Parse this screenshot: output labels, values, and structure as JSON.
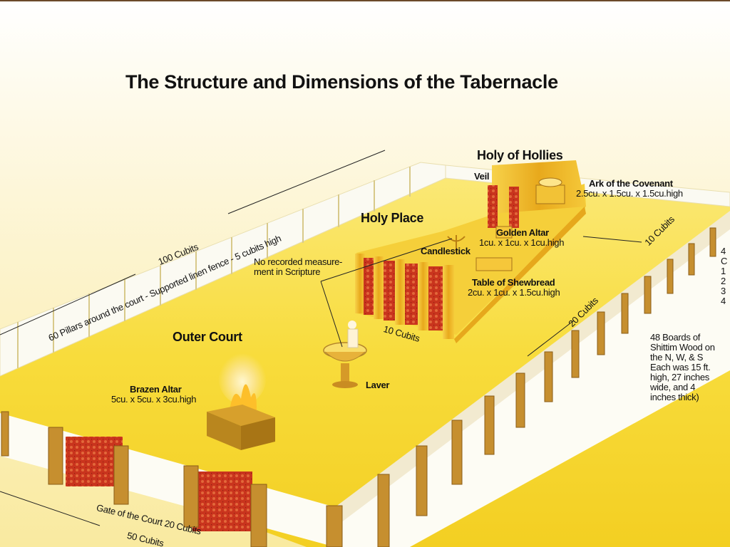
{
  "title": "The Structure and Dimensions of the Tabernacle",
  "labels": {
    "holy_of_holies": "Holy of Hollies",
    "veil": "Veil",
    "ark_name": "Ark of the Covenant",
    "ark_dims": "2.5cu. x 1.5cu. x 1.5cu.high",
    "holy_place": "Holy Place",
    "golden_altar_name": "Golden Altar",
    "golden_altar_dims": "1cu. x 1cu. x 1cu.high",
    "candlestick": "Candlestick",
    "no_record_line1": "No recorded measure-",
    "no_record_line2": "ment in Scripture",
    "table_name": "Table of Shewbread",
    "table_dims": "2cu. x 1cu. x 1.5cu.high",
    "ten_cubits_side": "10 Cubits",
    "twenty_cubits": "20 Cubits",
    "ten_cubits_front": "10 Cubits",
    "outer_court": "Outer Court",
    "laver": "Laver",
    "brazen_altar_name": "Brazen Altar",
    "brazen_altar_dims": "5cu. x 5cu. x 3cu.high",
    "hundred_cubits": "100 Cubits",
    "pillars_fence": "60 Pillars around the court - Supported linen fence - 5 cubits high",
    "gate": "Gate of the Court 20 Cubits",
    "fifty_cubits": "50 Cubits",
    "boards": [
      "48 Boards of",
      "Shittim Wood on",
      "the N, W, & S",
      "Each was 15 ft.",
      "high, 27 inches",
      "wide, and 4",
      "inches thick)"
    ],
    "cutoff": [
      "4",
      "C",
      "1",
      "2",
      "3",
      "4"
    ]
  },
  "colors": {
    "ground": "#f7dc36",
    "sky": "#fbf3c8",
    "gold": "#e8a91c",
    "curtain_red": "#c0361f",
    "fence_white": "#fbfaf2"
  }
}
